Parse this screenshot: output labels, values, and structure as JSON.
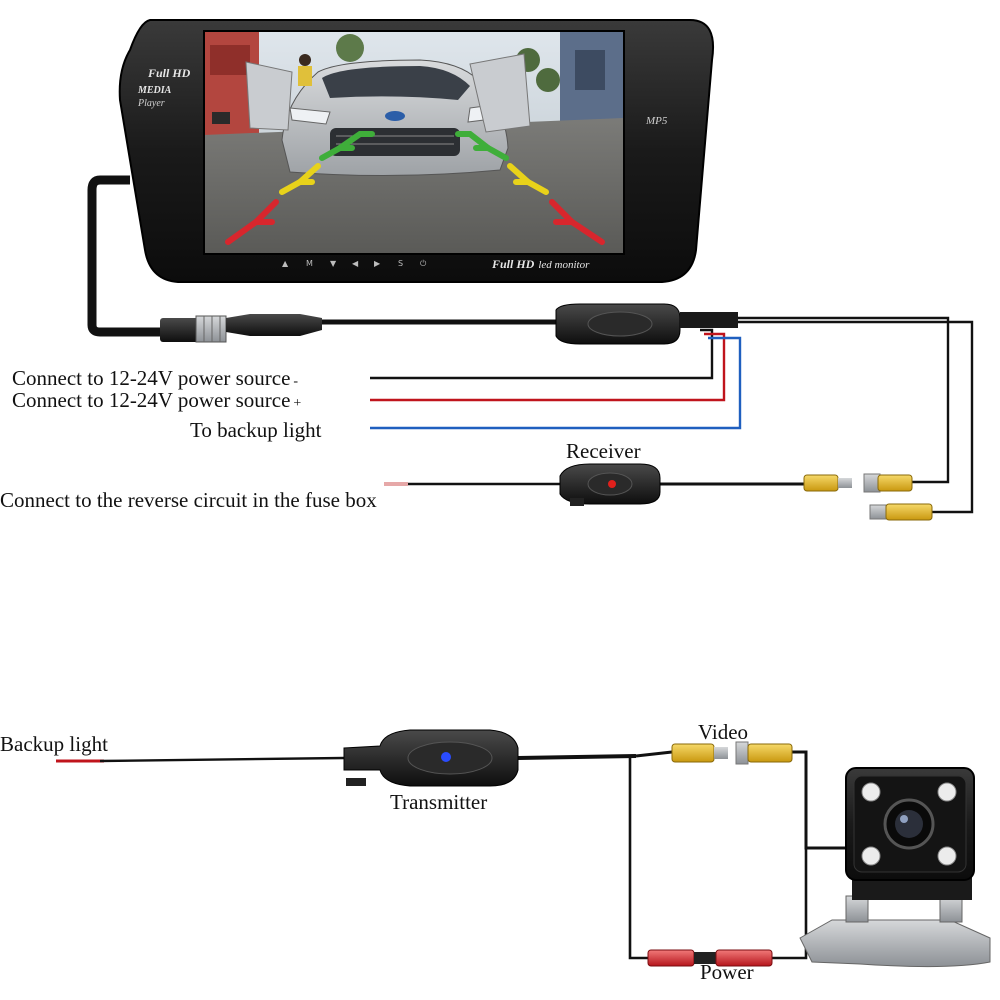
{
  "monitor": {
    "brand_line1": "Full HD",
    "brand_line2": "MEDIA",
    "brand_line3": "Player",
    "badge": "MP5",
    "bottom_bold": "Full HD",
    "bottom_rest": "led monitor",
    "buttons": [
      "▲",
      "M",
      "▼",
      "◀",
      "▶",
      "S",
      "⏻"
    ]
  },
  "labels": {
    "power_neg": "Connect to 12-24V power source",
    "power_neg_sign": "-",
    "power_pos": "Connect to 12-24V power source",
    "power_pos_sign": "+",
    "backup_light_wire": "To backup light",
    "receiver": "Receiver",
    "reverse_circuit": "Connect to the reverse circuit in the fuse box",
    "backup_light": "Backup light",
    "transmitter": "Transmitter",
    "video": "Video",
    "power": "Power"
  },
  "colors": {
    "wire_black": "#111111",
    "wire_red": "#c0141c",
    "wire_blue": "#1f5fbf",
    "rca_yellow": "#e8b81a",
    "rca_red": "#d8262d",
    "receiver_led": "#e0201c",
    "transmitter_led": "#2a4cff",
    "guide_red": "#d8262d",
    "guide_yellow": "#e8d21a",
    "guide_green": "#3fae3a"
  }
}
